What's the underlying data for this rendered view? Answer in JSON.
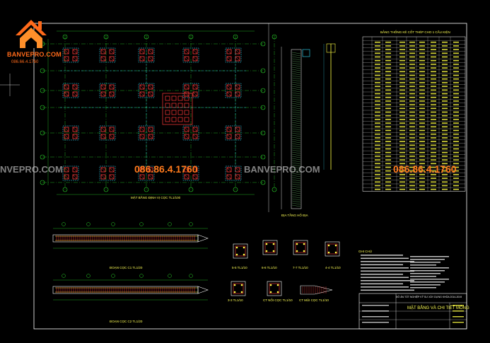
{
  "logo": {
    "brand": "BANVEPRO.COM",
    "phone": "086.66.4.1760"
  },
  "watermark": {
    "left": "NVEPRO.COM",
    "phone1": "086.86.4.1760",
    "center": "BANVEPRO.COM",
    "phone2": "086.86.4.1760"
  },
  "drawing": {
    "plan_title": "MẶT BẰNG ĐỊNH VỊ CỌC TL1/100",
    "pile_c1": "ĐOẠN CỌC C1 TL1/20",
    "pile_c2": "ĐOẠN CỌC C2 TL1/20",
    "soil_section": "ĐỊA TẦNG HỐ ĐỊA",
    "notes_title": "GHI CHÚ",
    "sec_55": "5-5 TL1/10",
    "sec_66": "6-6 TL1/10",
    "sec_77": "7-7 TL1/10",
    "sec_44": "4-4 TL1/10",
    "sec_33": "3-3 TL1/10",
    "joint": "CT NỐI CỌC TL1/10",
    "tip": "CT MŨI CỌC TL1/10",
    "table_title": "BẢNG THỐNG KÊ CỐT THÉP CHO 1 CẤU KIỆN",
    "sheet_title": "MẶT BẰNG VÀ CHI TIẾT MÓNG",
    "project_label": "ĐỒ ÁN TỐT NGHIỆP KỸ SƯ XÂY DỰNG KHÓA 2014-2019"
  },
  "colors": {
    "background": "#000000",
    "grid": "#2bd62b",
    "pile": "#ff3b3b",
    "rebar": "#ffff44",
    "cyan": "#33e0ff",
    "frame": "#ffffff",
    "brand": "#ff6a1a"
  }
}
